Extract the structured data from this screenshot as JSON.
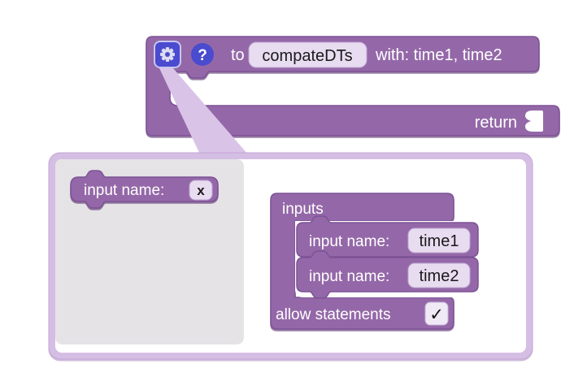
{
  "colors": {
    "block_purple": "#9468a8",
    "block_outline": "#7d5295",
    "block_shadow": "#5f3a75",
    "bubble_lavender": "#d5bee4",
    "wedge_lavender": "#d9c4e8",
    "flyout_gray": "#e5e3e6",
    "field_pill": "#e8dcf0",
    "icon_button_blue": "#4a4bce",
    "text_on_block": "#ffffff",
    "text_dark": "#1a1a1a"
  },
  "define_block": {
    "gear_icon": "gear-settings-mutator",
    "help_icon": "question-mark-help",
    "help_label": "?",
    "prefix_label": "to",
    "name_field_value": "compateDTs",
    "params_label": "with: time1, time2",
    "return_label": "return"
  },
  "mutator_dialog": {
    "flyout_block": {
      "label": "input name:",
      "field_value": "x"
    },
    "inputs_block": {
      "title": "inputs",
      "rows": [
        {
          "label": "input name:",
          "field_value": "time1"
        },
        {
          "label": "input name:",
          "field_value": "time2"
        }
      ],
      "allow_statements_label": "allow statements",
      "allow_statements_checkbox": "✓"
    }
  }
}
